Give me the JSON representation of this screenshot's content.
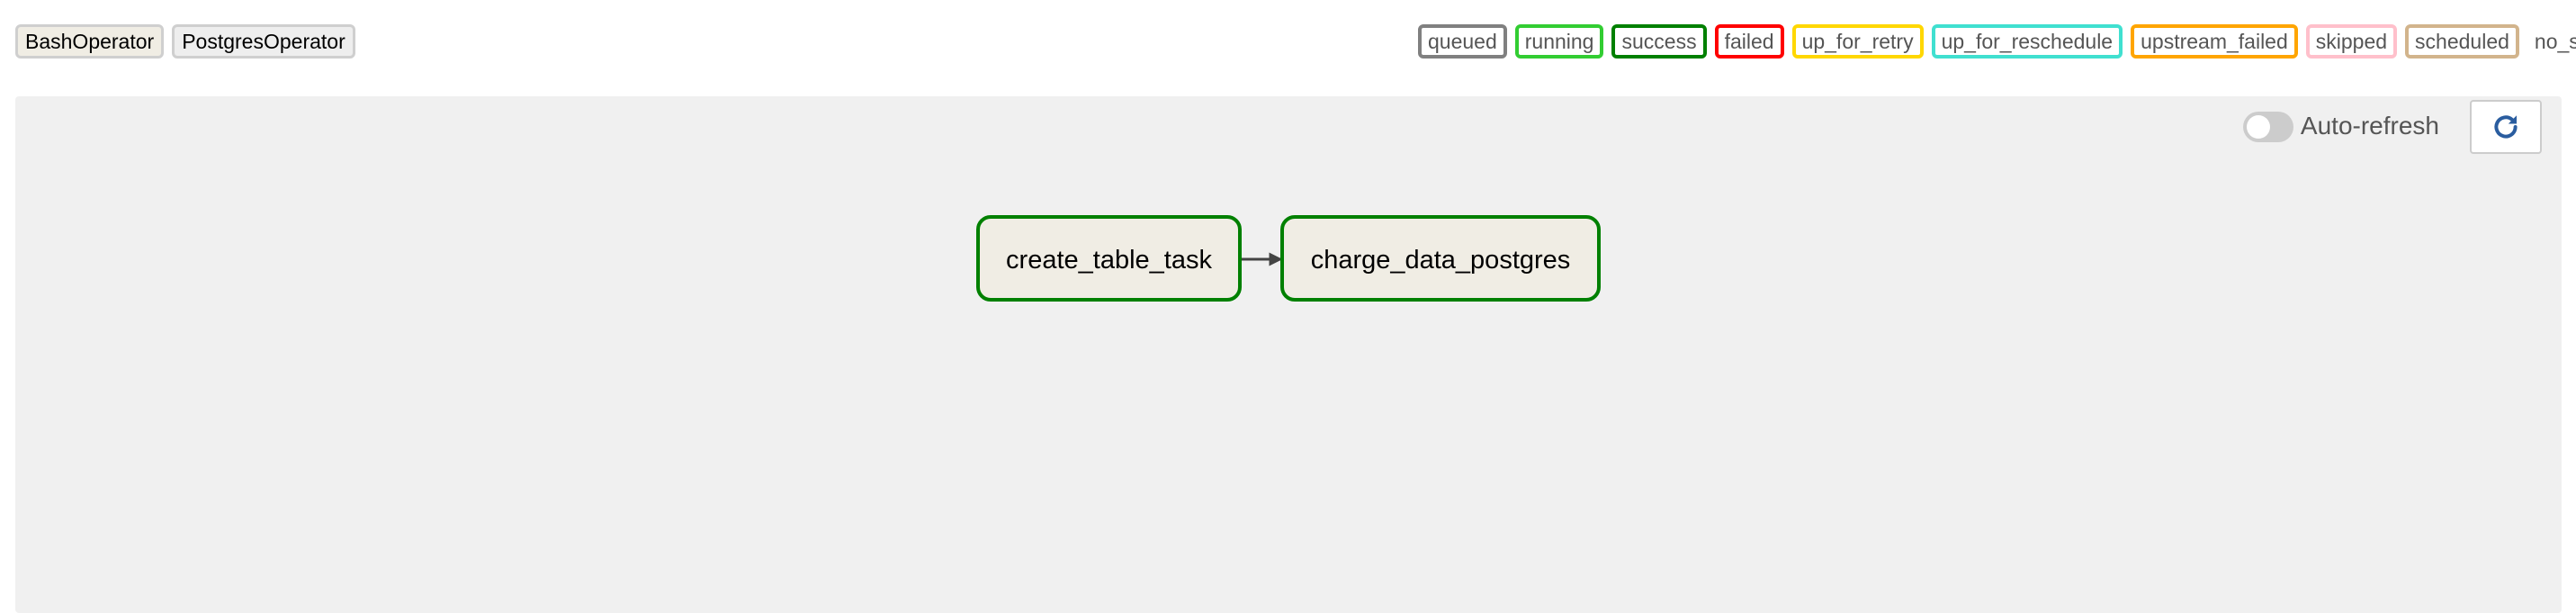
{
  "operators": [
    {
      "label": "BashOperator"
    },
    {
      "label": "PostgresOperator"
    }
  ],
  "states": [
    {
      "label": "queued",
      "color": "#808080"
    },
    {
      "label": "running",
      "color": "#32cd32"
    },
    {
      "label": "success",
      "color": "#008000"
    },
    {
      "label": "failed",
      "color": "#ff0000"
    },
    {
      "label": "up_for_retry",
      "color": "#ffd700"
    },
    {
      "label": "up_for_reschedule",
      "color": "#40e0d0"
    },
    {
      "label": "upstream_failed",
      "color": "#ffa500"
    },
    {
      "label": "skipped",
      "color": "#ffc0cb"
    },
    {
      "label": "scheduled",
      "color": "#d2b48c"
    },
    {
      "label": "no_status",
      "color": null
    }
  ],
  "controls": {
    "auto_refresh_label": "Auto-refresh",
    "auto_refresh_on": false,
    "refresh_icon": "refresh-icon"
  },
  "graph": {
    "nodes": [
      {
        "label": "create_table_task",
        "operator": "BashOperator",
        "state": "success"
      },
      {
        "label": "charge_data_postgres",
        "operator": "PostgresOperator",
        "state": "success"
      }
    ],
    "edges": [
      {
        "from": "create_table_task",
        "to": "charge_data_postgres"
      }
    ]
  }
}
